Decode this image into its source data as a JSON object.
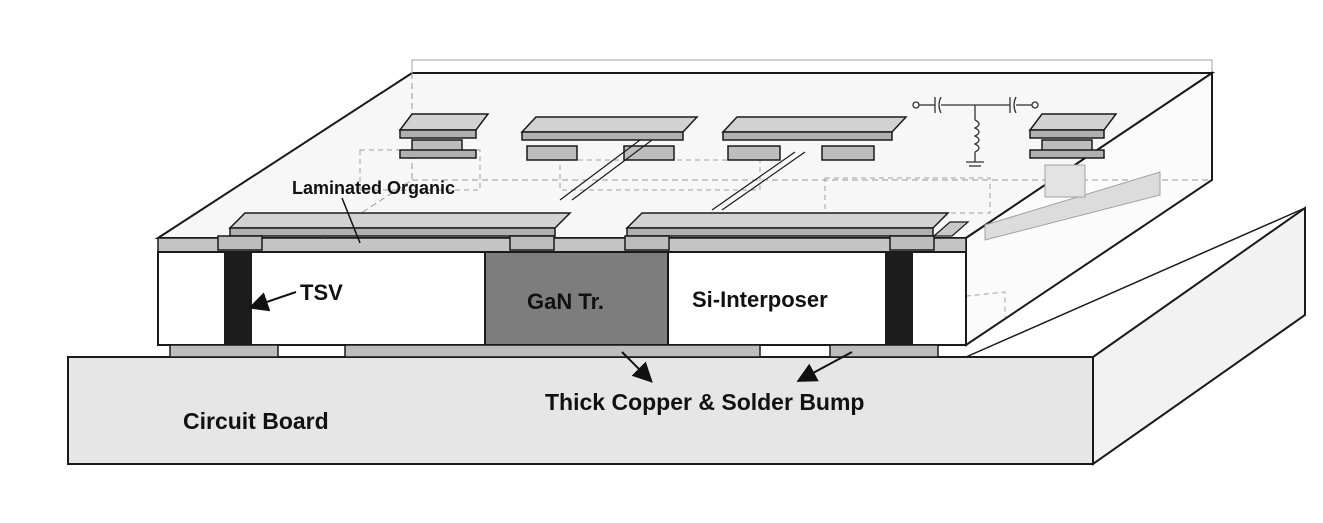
{
  "labels": {
    "laminated_organic": "Laminated Organic",
    "tsv": "TSV",
    "gan": "GaN Tr.",
    "si_interposer": "Si-Interposer",
    "circuit_board": "Circuit Board",
    "thick_copper": "Thick Copper & Solder Bump"
  },
  "colors": {
    "outline": "#1a1a1a",
    "board_fill": "#e6e6e6",
    "gan_fill": "#7d7d7d",
    "tsv_fill": "#1c1c1c",
    "pad_fill": "#bdbdbd",
    "laminate_fill": "#c4c4c4",
    "component_fill": "#d2d2d2"
  }
}
